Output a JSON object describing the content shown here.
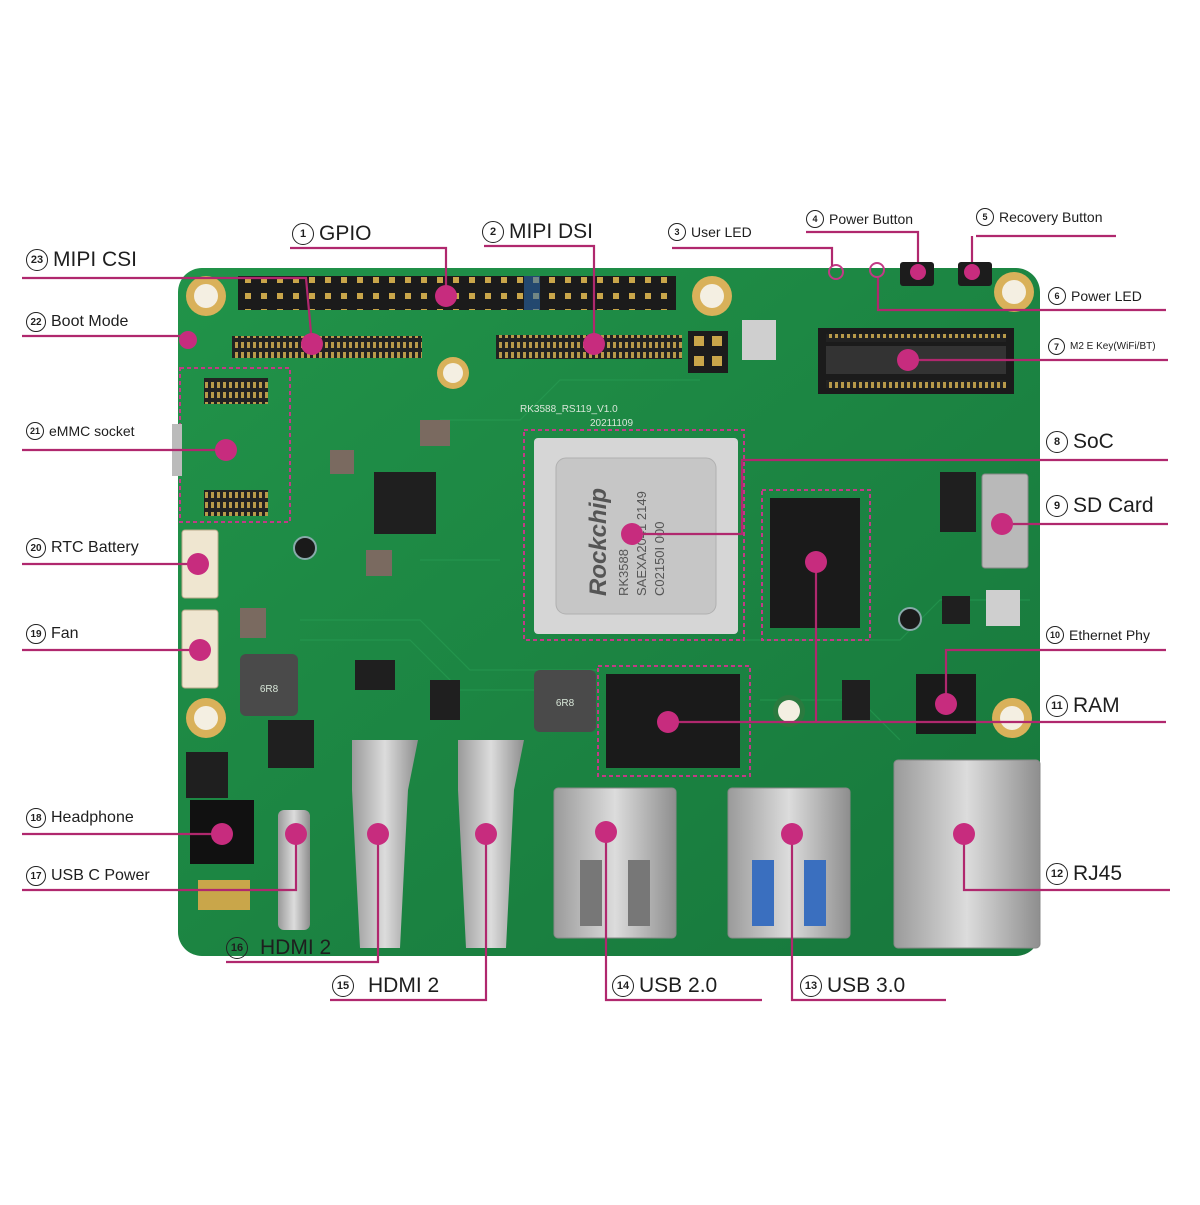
{
  "board": {
    "silkscreen_name": "RK3588_RS119_V1.0",
    "silkscreen_date": "20211109",
    "soc_chip": {
      "brand": "Rockchip",
      "model": "RK3588",
      "code1": "SAEXA2041 2149",
      "code2": "C02150I 000"
    },
    "inductor_marking": "6R8"
  },
  "labels": [
    {
      "number": "1",
      "text": "GPIO"
    },
    {
      "number": "2",
      "text": "MIPI DSI"
    },
    {
      "number": "3",
      "text": "User LED"
    },
    {
      "number": "4",
      "text": "Power Button"
    },
    {
      "number": "5",
      "text": "Recovery Button"
    },
    {
      "number": "6",
      "text": "Power LED"
    },
    {
      "number": "7",
      "text": "M2 E Key(WiFi/BT)"
    },
    {
      "number": "8",
      "text": "SoC"
    },
    {
      "number": "9",
      "text": "SD Card"
    },
    {
      "number": "10",
      "text": "Ethernet Phy"
    },
    {
      "number": "11",
      "text": "RAM"
    },
    {
      "number": "12",
      "text": "RJ45"
    },
    {
      "number": "13",
      "text": "USB 3.0"
    },
    {
      "number": "14",
      "text": "USB 2.0"
    },
    {
      "number": "15",
      "text": "HDMI 2"
    },
    {
      "number": "16",
      "text": "HDMI 2"
    },
    {
      "number": "17",
      "text": "USB C Power"
    },
    {
      "number": "18",
      "text": "Headphone"
    },
    {
      "number": "19",
      "text": "Fan"
    },
    {
      "number": "20",
      "text": "RTC Battery"
    },
    {
      "number": "21",
      "text": "eMMC socket"
    },
    {
      "number": "22",
      "text": "Boot Mode"
    },
    {
      "number": "23",
      "text": "MIPI CSI"
    }
  ],
  "colors": {
    "pcb": "#1e8a45",
    "pcb_dark": "#16703a",
    "callout": "#b0286e",
    "text": "#1e1e1e",
    "chip_silver": "#d2d2d2",
    "gold": "#d9b15a"
  }
}
